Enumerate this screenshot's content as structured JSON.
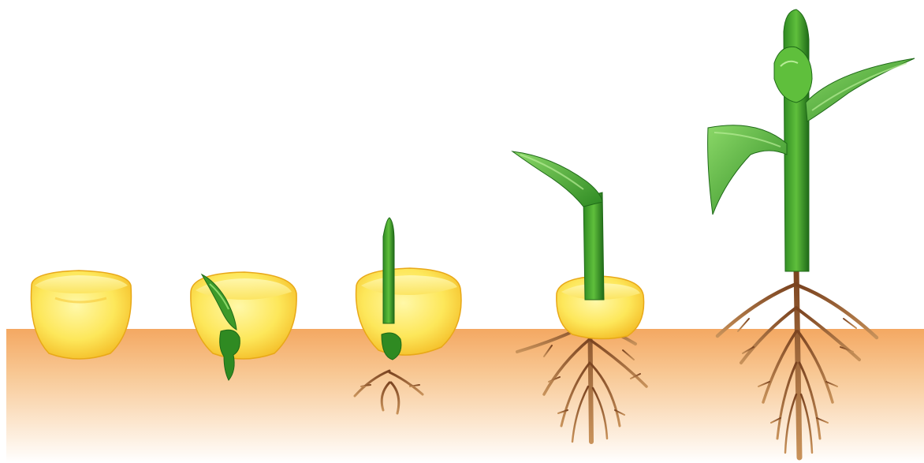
{
  "scene": {
    "subject": "corn-seed-germination-stages",
    "stages": [
      {
        "stage": 1,
        "kind": "seed"
      },
      {
        "stage": 2,
        "kind": "sprouting-seed"
      },
      {
        "stage": 3,
        "kind": "seedling-with-radicle"
      },
      {
        "stage": 4,
        "kind": "seedling-with-first-leaf"
      },
      {
        "stage": 5,
        "kind": "young-plant"
      }
    ],
    "colors": {
      "soil_top": "#f4a862",
      "soil_bottom": "#ffffff",
      "seed_light": "#fff27a",
      "seed_dark": "#f2b41c",
      "leaf_light": "#7fd35a",
      "leaf_dark": "#1f6a18",
      "root_light": "#d9a56a",
      "root_dark": "#6b3a1c"
    }
  }
}
